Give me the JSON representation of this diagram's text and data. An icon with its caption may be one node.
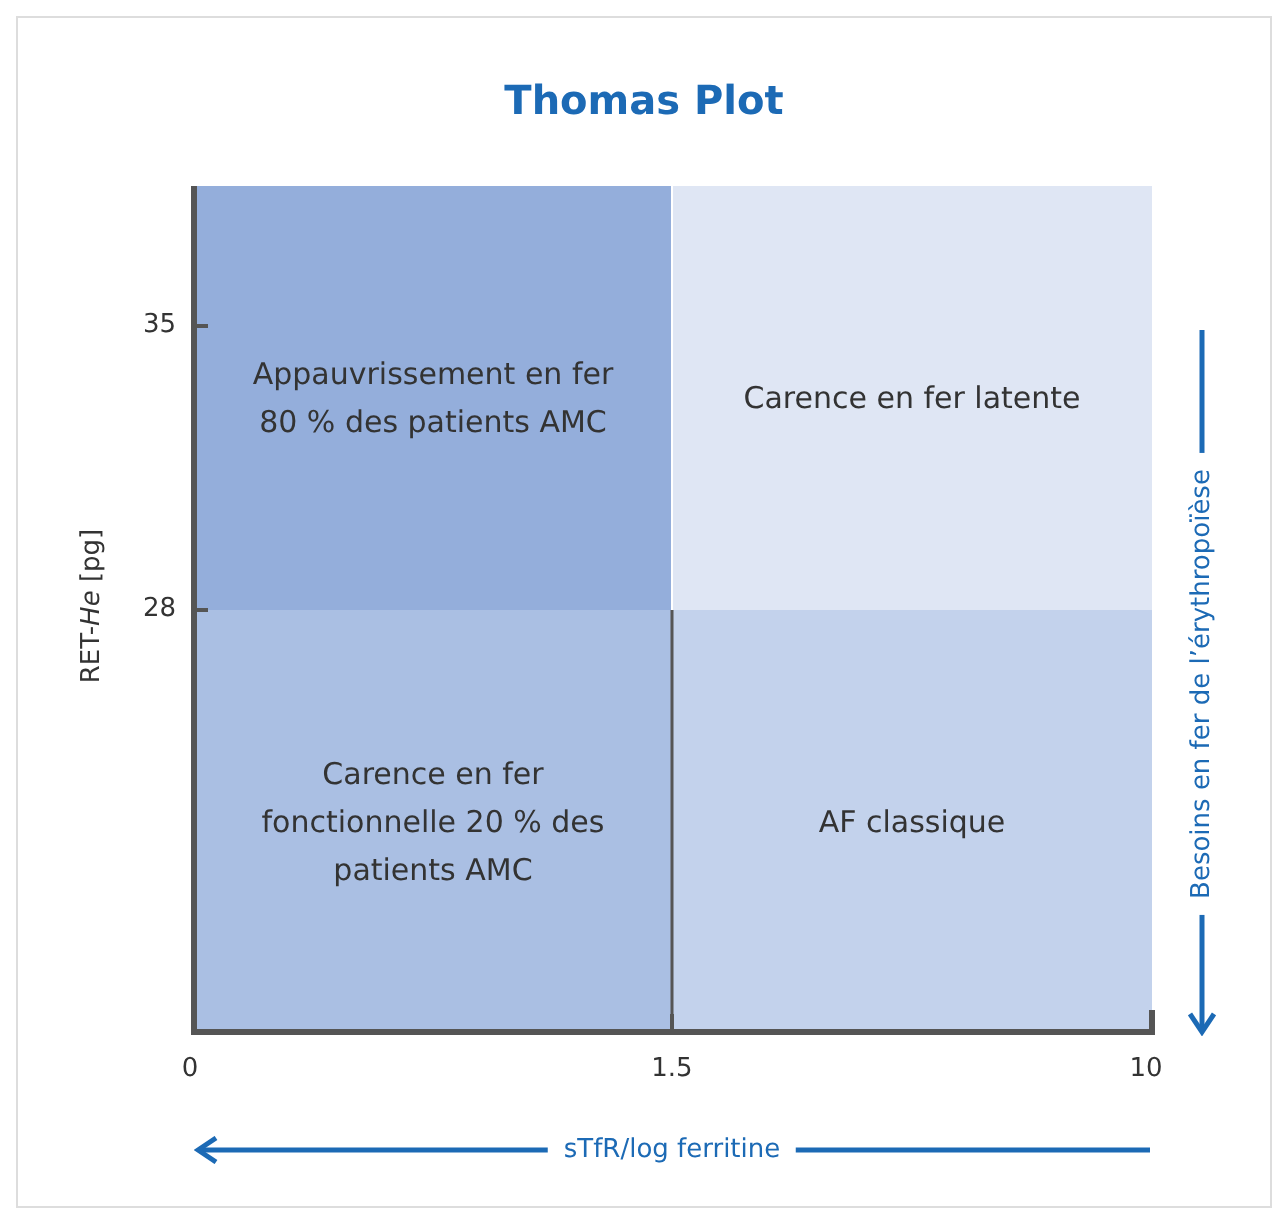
{
  "diagram": {
    "title": "Thomas Plot",
    "nodes": [
      {
        "text": [
          "Appauvrissement en fer 80 % des patients AMC"
        ]
      },
      {
        "text": [
          "Carence en fer latente"
        ]
      },
      {
        "text": [
          "Carence en fer fonctionnelle 20 % des patients AMC"
        ]
      },
      {
        "text": [
          "AF classique"
        ]
      }
    ],
    "labels": [
      "35",
      "28",
      "RET-*He* [pg]",
      "0",
      "1.5",
      "10",
      "Besoins en fer de l’érythropoïèse",
      "sTfR/log ferritine"
    ]
  }
}
